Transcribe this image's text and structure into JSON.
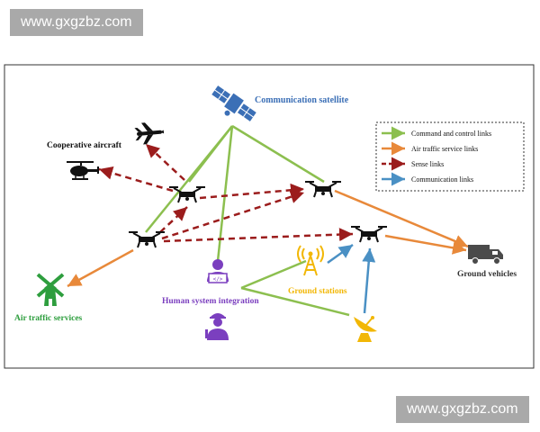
{
  "watermarks": {
    "top": "www.gxgzbz.com",
    "bottom": "www.gxgzbz.com"
  },
  "nodes": {
    "satellite": "Communication satellite",
    "cooperative_aircraft": "Cooperative aircraft",
    "air_traffic_services": "Air traffic services",
    "human_system_integration": "Human system integration",
    "ground_stations": "Ground stations",
    "ground_vehicles": "Ground vehicles"
  },
  "legend": [
    {
      "label": "Command and control links",
      "color": "#8cbf4f",
      "style": "solid"
    },
    {
      "label": "Air traffic service links",
      "color": "#e8893a",
      "style": "solid"
    },
    {
      "label": "Sense links",
      "color": "#9b1c1c",
      "style": "dashed"
    },
    {
      "label": "Communication links",
      "color": "#4a90c4",
      "style": "solid"
    }
  ],
  "colors": {
    "satellite": "#3b6fb6",
    "command": "#8cbf4f",
    "atc": "#e8893a",
    "sense": "#9b1c1c",
    "comm": "#4a90c4",
    "tower": "#f2b705",
    "human": "#7b3fbf",
    "services": "#2e9e3e",
    "vehicle": "#4a4a4a"
  }
}
